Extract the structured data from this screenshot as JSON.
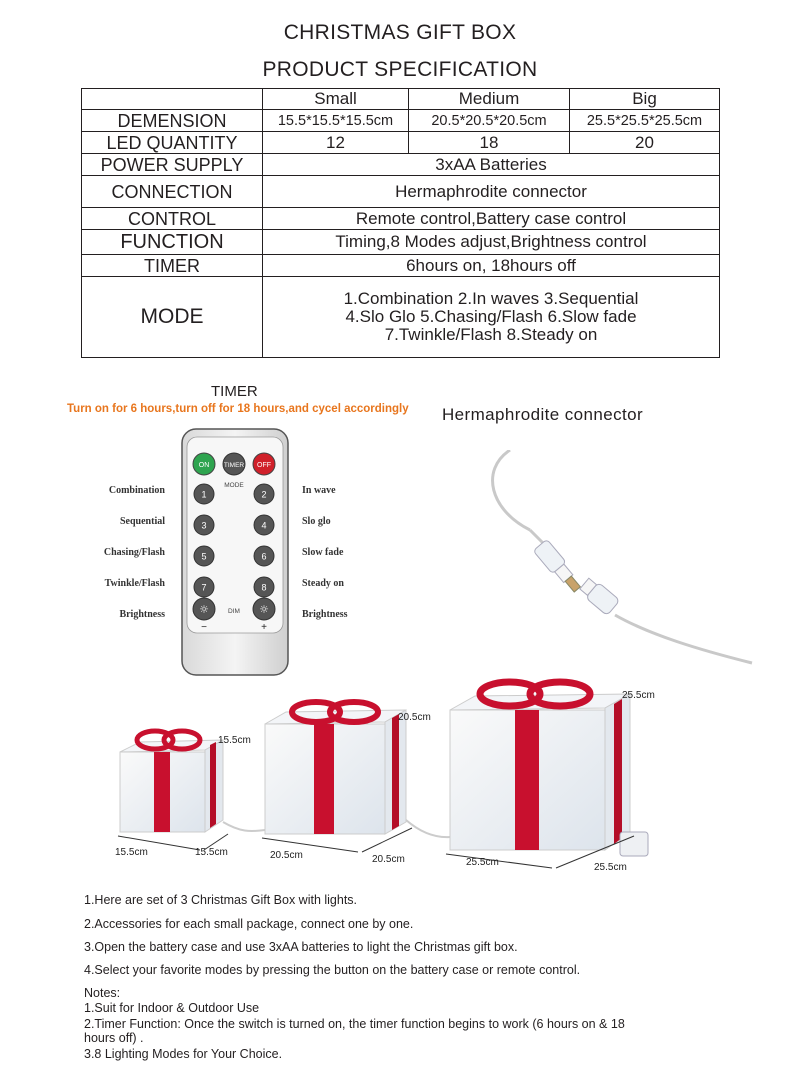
{
  "title": "CHRISTMAS GIFT BOX",
  "subtitle": "PRODUCT SPECIFICATION",
  "spec": {
    "columns": [
      "Small",
      "Medium",
      "Big"
    ],
    "rows": {
      "dimension": {
        "label": "DEMENSION",
        "values": [
          "15.5*15.5*15.5cm",
          "20.5*20.5*20.5cm",
          "25.5*25.5*25.5cm"
        ]
      },
      "led": {
        "label": "LED QUANTITY",
        "values": [
          "12",
          "18",
          "20"
        ]
      },
      "power": {
        "label": "POWER SUPPLY",
        "value": "3xAA Batteries"
      },
      "connection": {
        "label": "CONNECTION",
        "value": "Hermaphrodite connector"
      },
      "control": {
        "label": "CONTROL",
        "value": "Remote control,Battery case control"
      },
      "function": {
        "label": "FUNCTION",
        "value": "Timing,8 Modes adjust,Brightness control"
      },
      "timer": {
        "label": "TIMER",
        "value": "6hours on, 18hours off"
      },
      "mode": {
        "label": "MODE",
        "lines": [
          "1.Combination 2.In waves 3.Sequential",
          "4.Slo Glo 5.Chasing/Flash 6.Slow fade",
          "7.Twinkle/Flash 8.Steady on"
        ]
      }
    }
  },
  "timer_section": {
    "title": "TIMER",
    "subtitle": "Turn on for 6 hours,turn off for 18 hours,and cycel accordingly"
  },
  "connector_title": "Hermaphrodite connector",
  "remote": {
    "on": "ON",
    "timer": "TIMER",
    "off": "OFF",
    "mode": "MODE",
    "dim": "DIM",
    "minus": "−",
    "plus": "+",
    "buttons": [
      "1",
      "2",
      "3",
      "4",
      "5",
      "6",
      "7",
      "8"
    ],
    "left_labels": [
      "Combination",
      "Sequential",
      "Chasing/Flash",
      "Twinkle/Flash",
      "Brightness"
    ],
    "right_labels": [
      "In wave",
      "Slo glo",
      "Slow fade",
      "Steady on",
      "Brightness"
    ]
  },
  "box_dimensions": {
    "small_h": "15.5cm",
    "small_w": "15.5cm",
    "small_d": "15.5cm",
    "medium_h": "20.5cm",
    "medium_w": "20.5cm",
    "medium_d": "20.5cm",
    "big_h": "25.5cm",
    "big_w": "25.5cm",
    "big_d": "25.5cm"
  },
  "steps": [
    "1.Here are set of 3 Christmas Gift Box with lights.",
    "2.Accessories for each small package, connect one by one.",
    "3.Open the battery case and use 3xAA batteries to light the Christmas gift box.",
    "4.Select your favorite modes by pressing the button on the battery case or remote control."
  ],
  "notes": {
    "heading": "Notes:",
    "items": [
      "1.Suit for Indoor & Outdoor Use",
      "2.Timer Function: Once the switch is turned on, the timer function begins to work (6 hours on & 18",
      "hours off) .",
      "3.8 Lighting Modes for Your Choice."
    ]
  },
  "colors": {
    "ribbon": "#c8102e",
    "timer_subtitle": "#e8761e",
    "on_button": "#2ea44f",
    "off_button": "#d0202a"
  }
}
